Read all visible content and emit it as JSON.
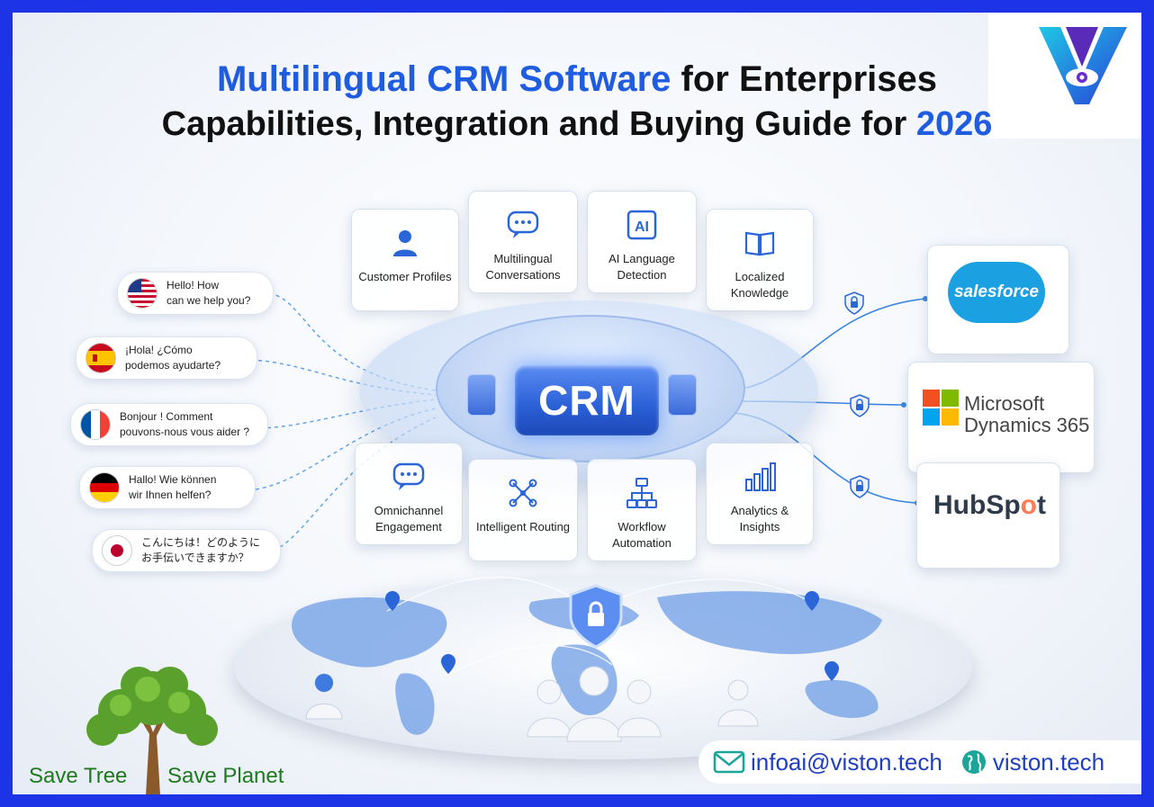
{
  "title": {
    "line1_blue": "Multilingual CRM Software",
    "line1_black": " for Enterprises",
    "line2_black": "Capabilities, Integration and Buying Guide for ",
    "line2_blue": "2026"
  },
  "hub": {
    "label": "CRM"
  },
  "top_features": [
    {
      "label": "Customer Profiles",
      "icon": "user-icon"
    },
    {
      "label": "Multilingual Conversations",
      "icon": "chat-icon"
    },
    {
      "label": "AI Language Detection",
      "icon": "ai-icon"
    },
    {
      "label": "Localized Knowledge",
      "icon": "book-icon"
    }
  ],
  "bottom_features": [
    {
      "label": "Omnichannel Engagement",
      "icon": "chat-icon"
    },
    {
      "label": "Intelligent Routing",
      "icon": "network-icon"
    },
    {
      "label": "Workflow Automation",
      "icon": "workflow-icon"
    },
    {
      "label": "Analytics & Insights",
      "icon": "bar-chart-icon"
    }
  ],
  "languages": [
    {
      "line1": "Hello! How",
      "line2": "can we help you?",
      "flag": "us-flag-icon"
    },
    {
      "line1": "¡Hola! ¿Cómo",
      "line2": "podemos ayudarte?",
      "flag": "spain-flag-icon"
    },
    {
      "line1": "Bonjour ! Comment",
      "line2": "pouvons-nous vous aider ?",
      "flag": "france-flag-icon"
    },
    {
      "line1": "Hallo! Wie können",
      "line2": "wir Ihnen helfen?",
      "flag": "germany-flag-icon"
    },
    {
      "line1": "こんにちは！どのように",
      "line2": "お手伝いできますか？",
      "flag": "japan-flag-icon"
    }
  ],
  "integrations": {
    "salesforce": "salesforce",
    "microsoft_line1": "Microsoft",
    "microsoft_line2": "Dynamics 365",
    "hubspot_pre": "HubSp",
    "hubspot_o": "o",
    "hubspot_post": "t"
  },
  "footer": {
    "save_tree": "Save Tree",
    "save_planet": "Save Planet",
    "email": "infoai@viston.tech",
    "website": "viston.tech"
  },
  "colors": {
    "border_blue": "#1d33e6",
    "title_blue": "#1f5ce0",
    "crm_blue": "#2a5fd6",
    "salesforce_blue": "#1ba0e2",
    "hubspot_orange": "#ff7a59",
    "green": "#1f7a1f"
  }
}
